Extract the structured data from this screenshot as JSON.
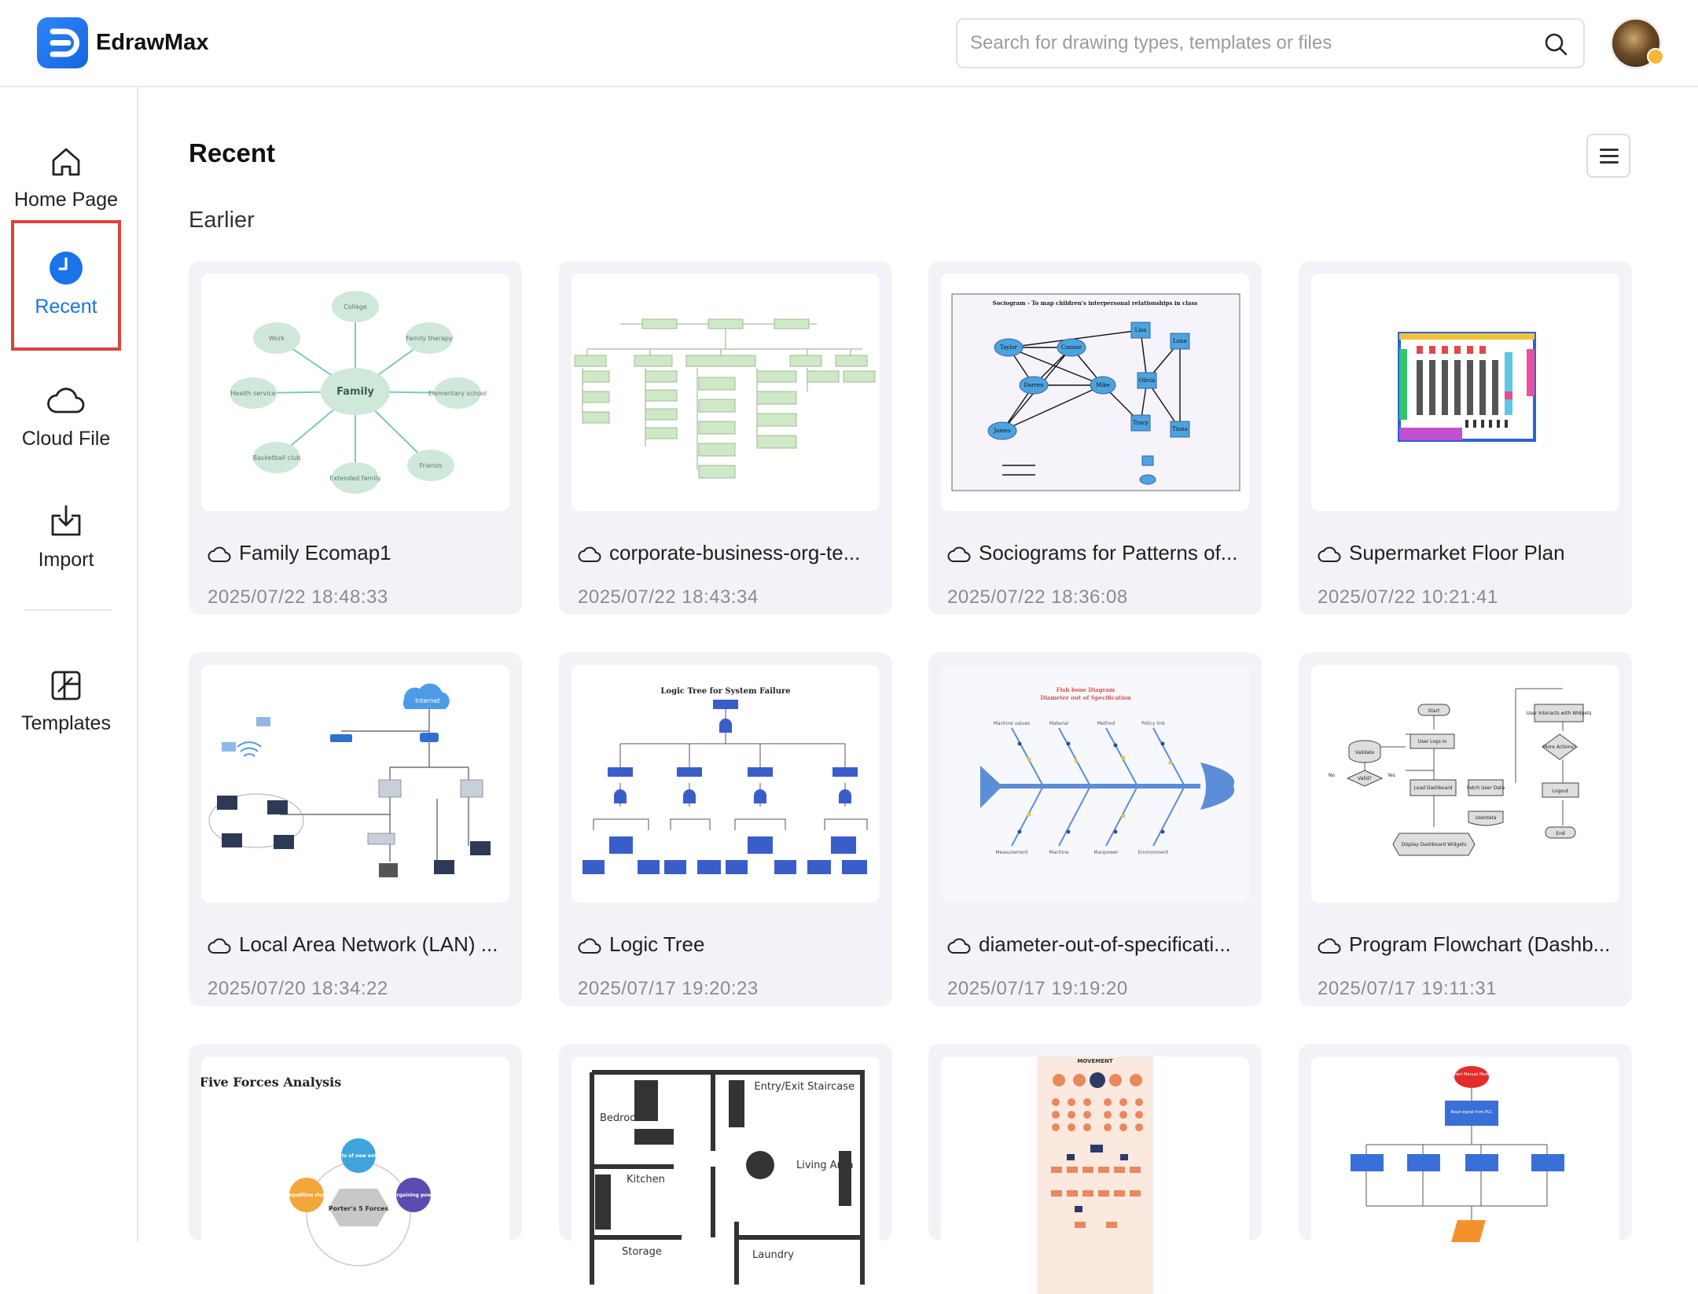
{
  "app": {
    "name": "EdrawMax"
  },
  "search": {
    "placeholder": "Search for drawing types, templates or files"
  },
  "sidebar": {
    "items": [
      {
        "label": "Home Page"
      },
      {
        "label": "Recent"
      },
      {
        "label": "Cloud File"
      },
      {
        "label": "Import"
      },
      {
        "label": "Templates"
      }
    ]
  },
  "main": {
    "title": "Recent",
    "section": "Earlier",
    "files": [
      {
        "name": "Family Ecomap1",
        "date": "2025/07/22 18:48:33"
      },
      {
        "name": "corporate-business-org-te...",
        "date": "2025/07/22 18:43:34"
      },
      {
        "name": "Sociograms for Patterns of...",
        "date": "2025/07/22 18:36:08"
      },
      {
        "name": "Supermarket Floor Plan",
        "date": "2025/07/22 10:21:41"
      },
      {
        "name": "Local Area Network (LAN) ...",
        "date": "2025/07/20 18:34:22"
      },
      {
        "name": "Logic Tree",
        "date": "2025/07/17 19:20:23"
      },
      {
        "name": "diameter-out-of-specificati...",
        "date": "2025/07/17 19:19:20"
      },
      {
        "name": "Program Flowchart (Dashb...",
        "date": "2025/07/17 19:11:31"
      }
    ],
    "thumbnail_text": {
      "ecomap": {
        "center": "Family",
        "nodes": [
          "College",
          "Family therapy",
          "Elementary school",
          "Friends",
          "Extended family",
          "Basketball club",
          "Health service",
          "Work"
        ]
      },
      "sociogram": {
        "title": "Sociogram - To map children's interpersonal relationships in class",
        "people": [
          "Taylor",
          "Connor",
          "Darren",
          "Mike",
          "James",
          "Lisa",
          "Lona",
          "Olivia",
          "Tracy",
          "Tiona"
        ]
      },
      "lan": {
        "cloud": "Internet"
      },
      "logic_tree": {
        "title": "Logic Tree for System Failure"
      },
      "fishbone": {
        "title": "Fish bone Diagram",
        "subtitle": "Diameter out of Specification",
        "labels": [
          "Machine values",
          "Material",
          "Method",
          "Policy link",
          "Measurement",
          "Machine",
          "Manpower",
          "Environment"
        ]
      },
      "flowchart": {
        "labels": [
          "Start",
          "User Logs In",
          "Validate",
          "Valid?",
          "Yes",
          "No",
          "Load Dashboard",
          "Fetch User Data",
          "Userdata",
          "Display Dashboard Widgets",
          "User Interacts with Widgets",
          "More Actions?",
          "Logout",
          "End"
        ]
      },
      "five_forces": {
        "title": "Five Forces Analysis",
        "center": "Porter's 5 Forces",
        "nodes": [
          "Threats of new entrants",
          "Bargaining power",
          "Competitive rivalry"
        ]
      },
      "floor_plan": {
        "rooms": [
          "Entry/Exit Staircase",
          "Bedroom",
          "Kitchen",
          "Living Area",
          "Storage",
          "Laundry"
        ]
      },
      "movement": {
        "title": "MOVEMENT"
      },
      "process": {
        "labels": [
          "Start Manual Mode",
          "Read signal from PLC"
        ]
      }
    }
  },
  "colors": {
    "accent": "#1a73e8",
    "highlight": "#e0413b",
    "card_bg": "#f3f3f7"
  },
  "icons": [
    "search-icon",
    "home-icon",
    "clock-icon",
    "cloud-icon",
    "import-icon",
    "templates-icon",
    "list-menu-icon"
  ]
}
